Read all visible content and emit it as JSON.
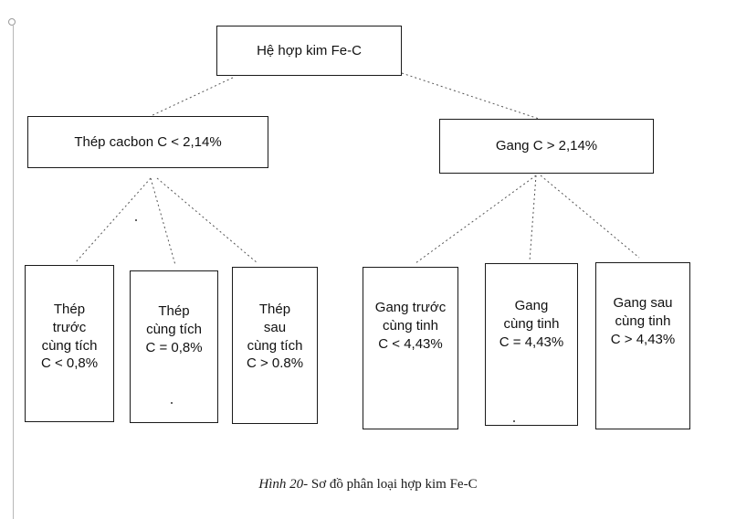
{
  "diagram": {
    "root": {
      "label": "Hệ hợp kim Fe-C"
    },
    "branches": [
      {
        "label": "Thép cacbon C < 2,14%",
        "children": [
          {
            "lines": [
              "Thép",
              "trước",
              "cùng tích",
              "C < 0,8%"
            ]
          },
          {
            "lines": [
              "Thép",
              "cùng tích",
              "C = 0,8%"
            ]
          },
          {
            "lines": [
              "Thép",
              "sau",
              "cùng tích",
              "C > 0.8%"
            ]
          }
        ]
      },
      {
        "label": "Gang C > 2,14%",
        "children": [
          {
            "lines": [
              "Gang trước",
              "cùng tinh",
              "C < 4,43%"
            ]
          },
          {
            "lines": [
              "Gang",
              "cùng tinh",
              "C = 4,43%"
            ]
          },
          {
            "lines": [
              "Gang sau",
              "cùng tinh",
              "C > 4,43%"
            ]
          }
        ]
      }
    ]
  },
  "caption": {
    "lead": "Hình 20-",
    "text": " Sơ đồ phân loại hợp kim Fe-C"
  }
}
